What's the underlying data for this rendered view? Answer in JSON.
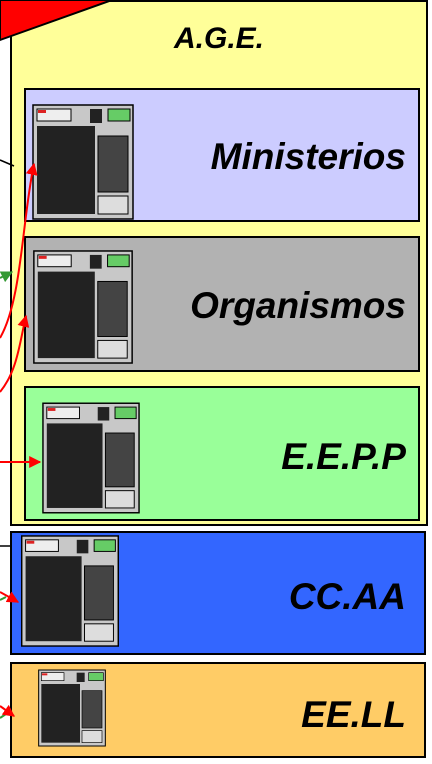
{
  "title": "A.G.E.",
  "levels": [
    {
      "label": "Ministerios",
      "color": "#ccccff"
    },
    {
      "label": "Organismos",
      "color": "#b2b2b2"
    },
    {
      "label": "E.E.P.P",
      "color": "#99ff99"
    },
    {
      "label": "CC.AA",
      "color": "#3366ff"
    },
    {
      "label": "EE.LL",
      "color": "#ffcc66"
    }
  ],
  "icons": [
    "server-icon",
    "arrow-icon"
  ],
  "colors": {
    "arrow": "#ff0000",
    "connector": "#339933",
    "banner": "#ff0000",
    "age_panel": "#ffff99"
  }
}
